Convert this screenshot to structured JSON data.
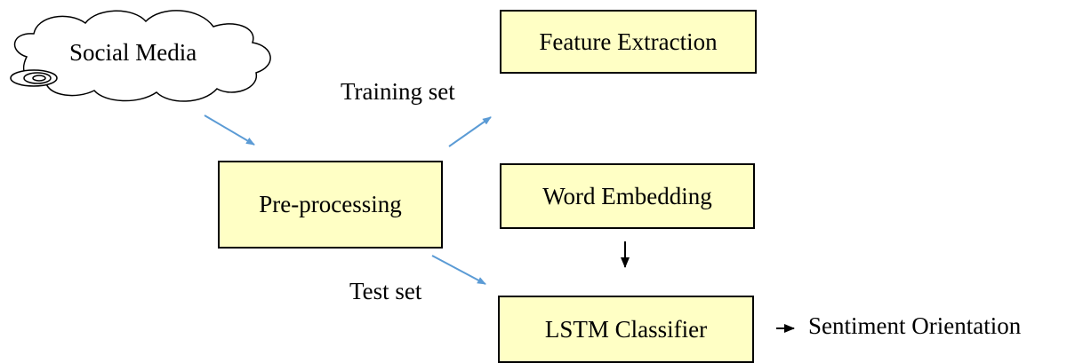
{
  "nodes": {
    "social_media": "Social Media",
    "feature_extraction": "Feature Extraction",
    "pre_processing": "Pre-processing",
    "word_embedding": "Word Embedding",
    "lstm_classifier": "LSTM Classifier",
    "sentiment_orientation": "Sentiment Orientation"
  },
  "edge_labels": {
    "training_set": "Training set",
    "test_set": "Test set"
  },
  "colors": {
    "box_fill": "#ffffc5",
    "blue_arrow": "#5b9bd5",
    "black_arrow": "#000000"
  }
}
